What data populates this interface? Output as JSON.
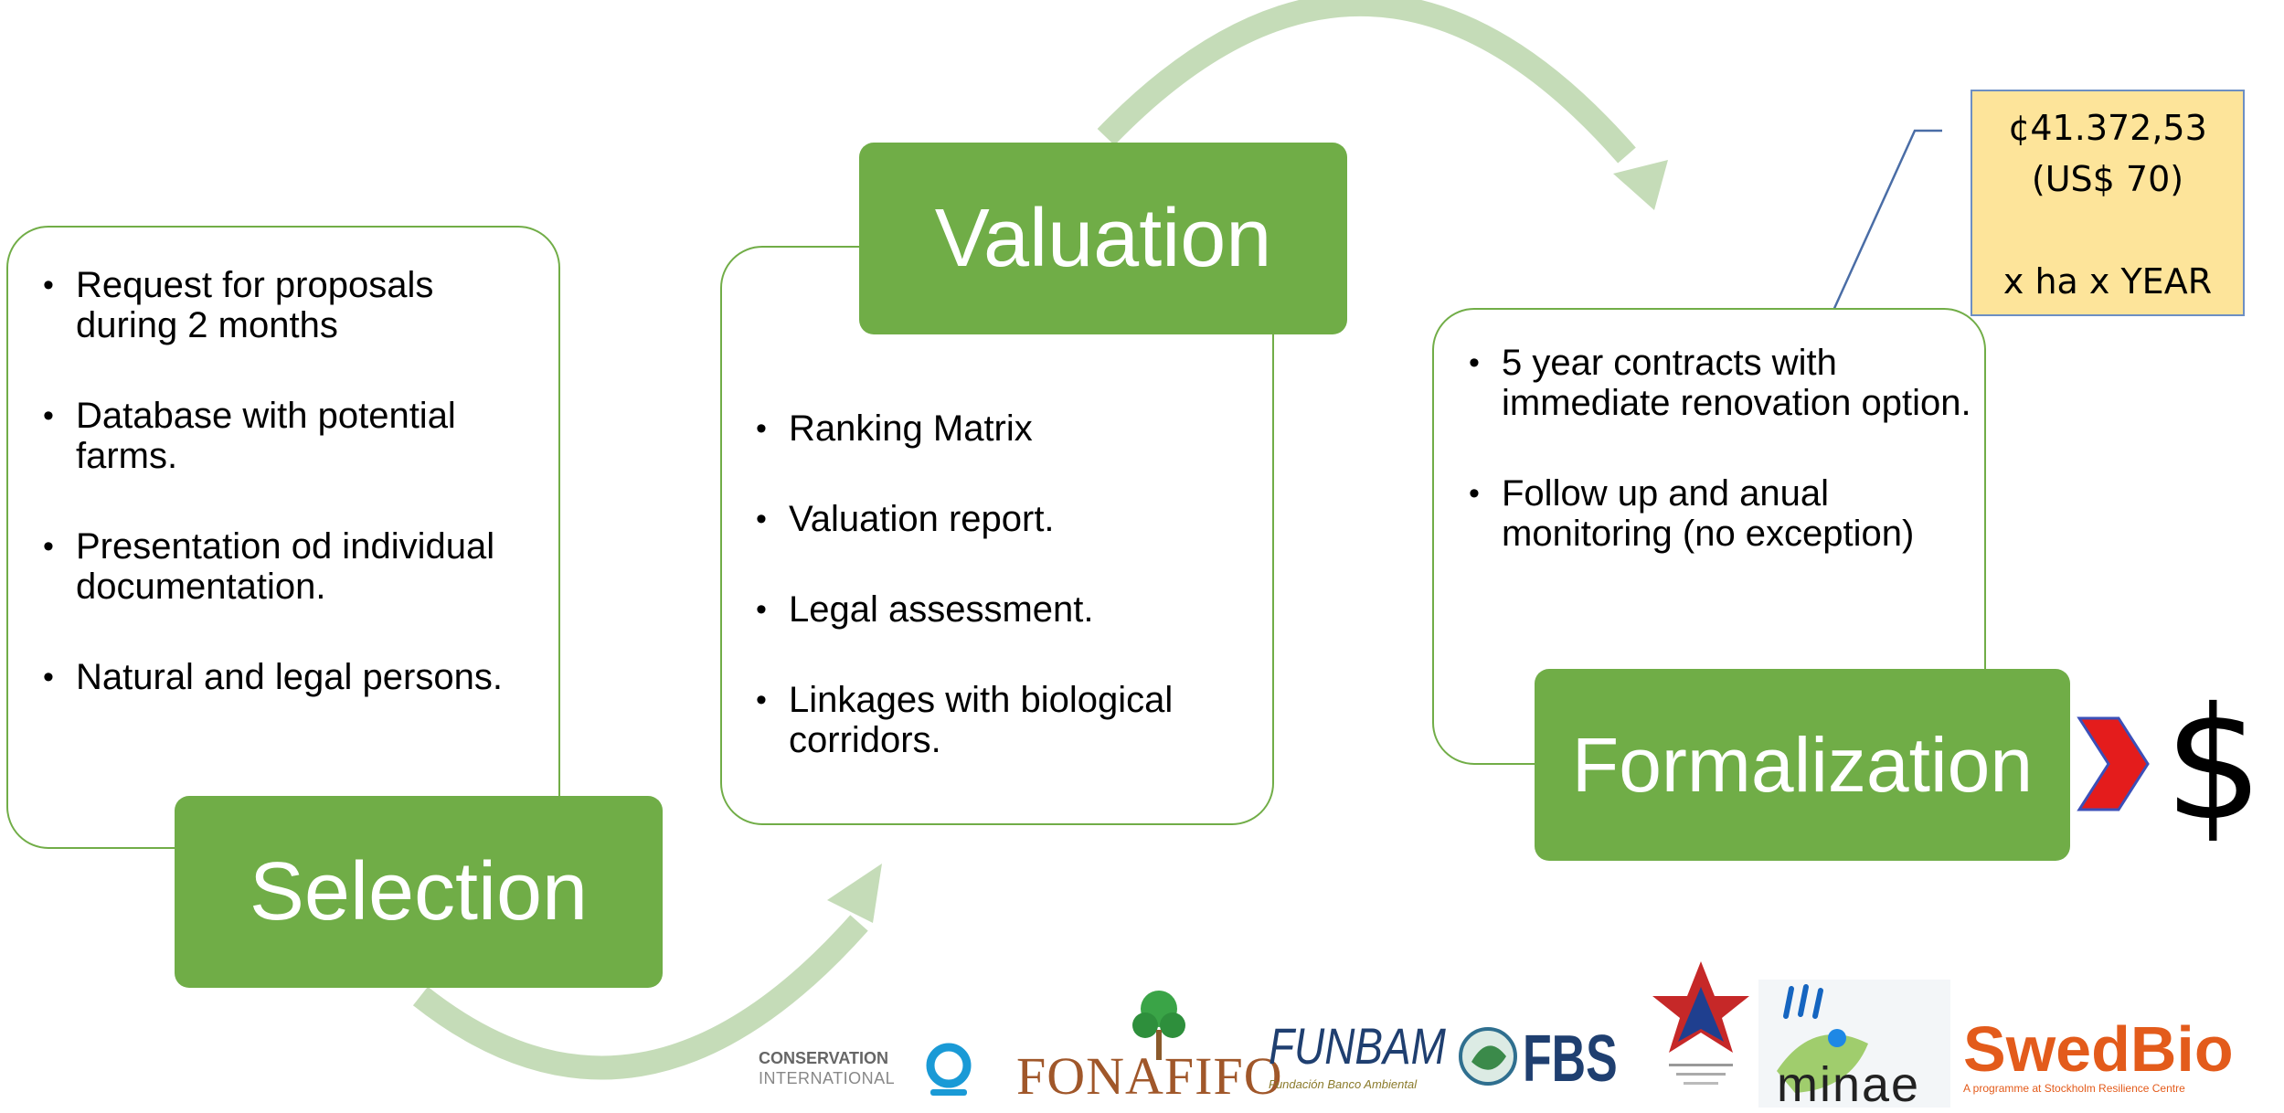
{
  "selection": {
    "title": "Selection",
    "bullets": [
      "Request for proposals during 2 months",
      "Database with potential farms.",
      "Presentation od individual documentation.",
      "Natural and legal persons."
    ]
  },
  "valuation": {
    "title": "Valuation",
    "bullets": [
      "Ranking Matrix",
      "Valuation report.",
      "Legal assessment.",
      "Linkages with biological corridors."
    ]
  },
  "formalization": {
    "title": "Formalization",
    "bullets": [
      "5 year contracts with immediate renovation option.",
      "Follow up and anual monitoring (no exception)"
    ],
    "symbol": "$"
  },
  "price_callout": {
    "amount": "¢41.372,53",
    "usd": "(US$ 70)",
    "unit": "x ha x YEAR"
  },
  "logos": {
    "conservation_international": [
      "CONSERVATION",
      "INTERNATIONAL"
    ],
    "fonafifo": "FONAFIFO",
    "funbam": "FUNBAM",
    "funbam_sub": "Fundación Banco Ambiental",
    "fbs": "FBS",
    "minae": "minae",
    "swedbio": "SwedBio",
    "swedbio_sub": "A programme at Stockholm Resilience Centre"
  },
  "colors": {
    "panel_border": "#71ad47",
    "tag_fill": "#70ad47",
    "arrow": "#c5dcb8",
    "callout_fill": "#fde49a",
    "chevron": "#e41c1c"
  }
}
